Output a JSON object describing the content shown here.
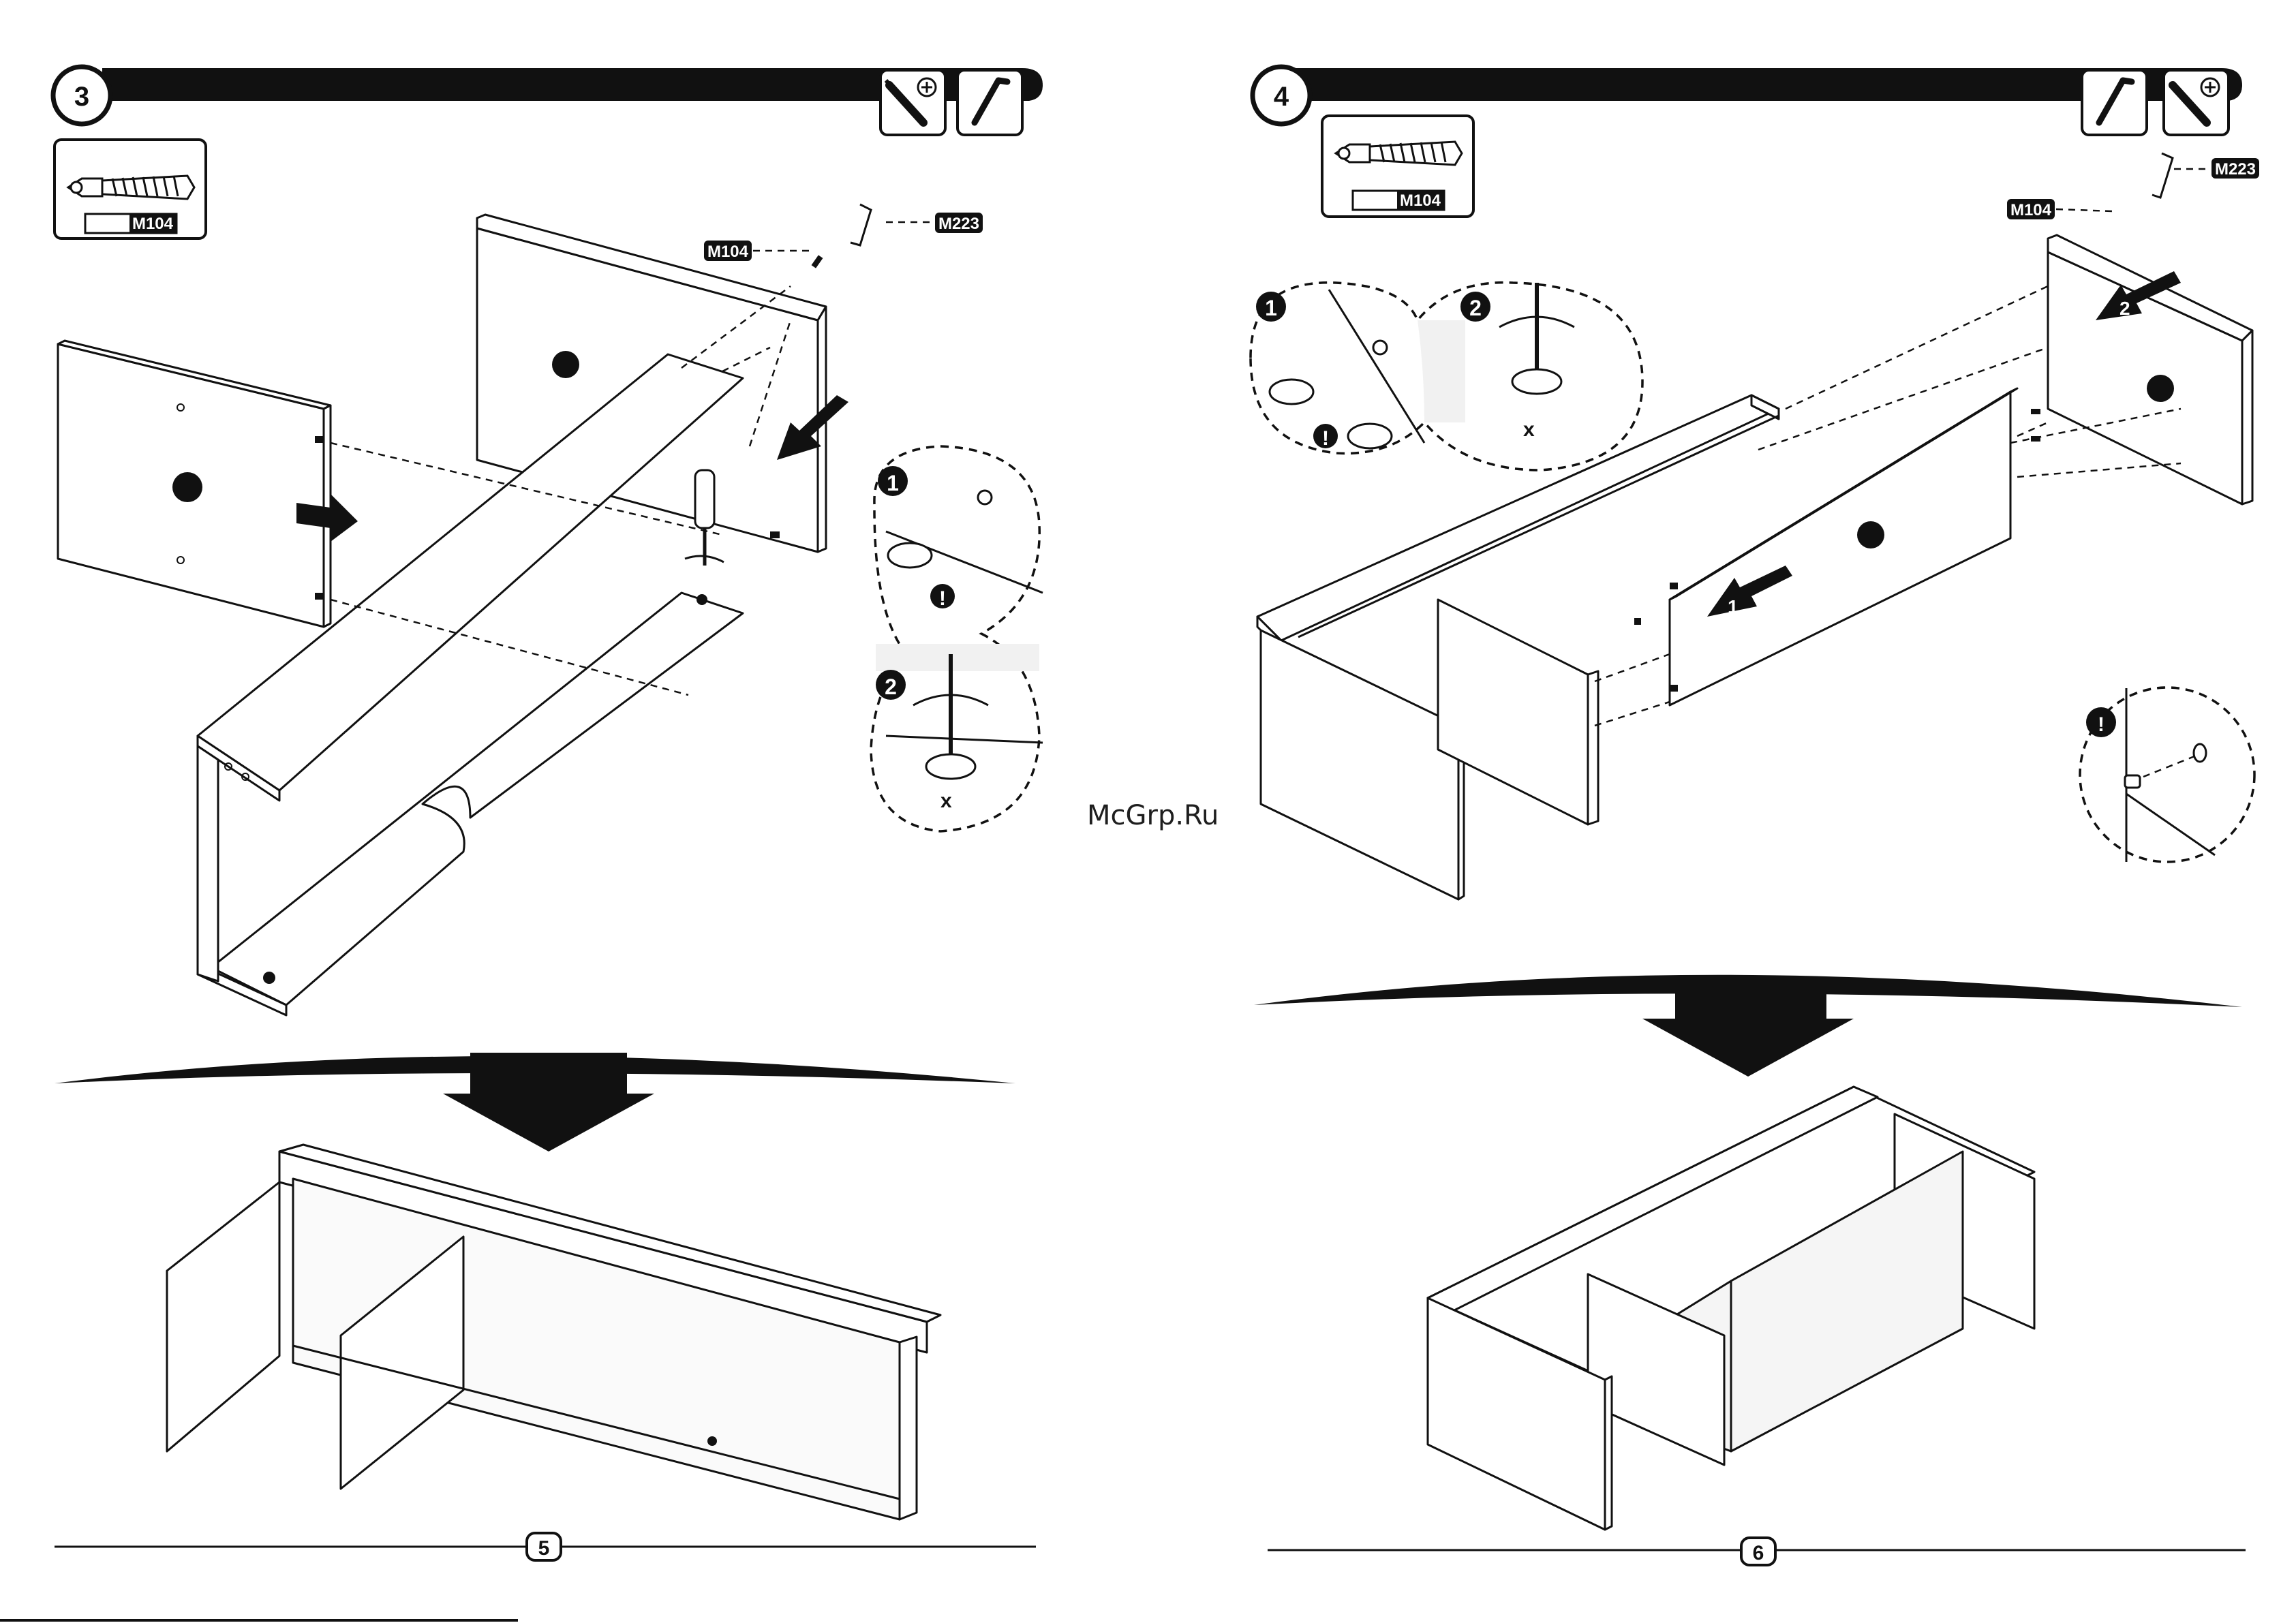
{
  "watermark": "McGrp.Ru",
  "steps": [
    {
      "number": "3",
      "hardware_label": "M104",
      "callouts": [
        "M104",
        "M223"
      ],
      "detail_markers": [
        "1",
        "2",
        "!"
      ],
      "rotation_mark": "x",
      "page_number": "5"
    },
    {
      "number": "4",
      "hardware_label": "M104",
      "callouts": [
        "M104",
        "M223"
      ],
      "detail_markers": [
        "1",
        "2",
        "!"
      ],
      "rotation_mark": "x",
      "arrow_numbers": [
        "1",
        "2"
      ],
      "page_number": "6"
    }
  ],
  "icons": {
    "tools": [
      "screwdriver-icon",
      "allen-key-icon"
    ],
    "hardware": "cam-dowel-icon"
  },
  "colors": {
    "ink": "#111111",
    "panel": "#ffffff",
    "shade": "#f1f1f1"
  }
}
